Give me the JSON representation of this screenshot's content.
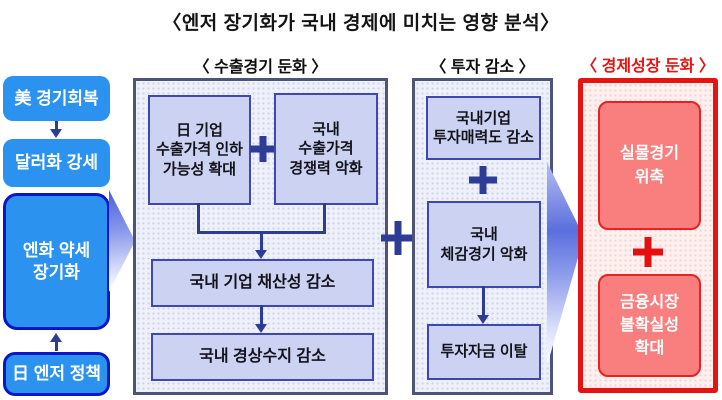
{
  "title": "〈엔저 장기화가 국내 경제에 미치는 영향 분석〉",
  "colors": {
    "bright_blue": "#2b92f0",
    "navy_accent": "#2f3c96",
    "navy_box_border": "#0b16c8",
    "panel_border": "#4d5478",
    "lavender_fill": "#ccd2f2",
    "lavender_border": "#4048b0",
    "red_accent": "#e61313",
    "salmon_fill": "#f97f7f"
  },
  "icons": {
    "plus": "plus-icon",
    "down_arrow": "down-arrow-icon",
    "up_arrow": "up-arrow-icon",
    "right_arrow": "right-gradient-arrow-icon"
  },
  "left_flow": {
    "box1": "美 경기회복",
    "box2": "달러화 강세",
    "box3_line1": "엔화 약세",
    "box3_line2": "장기화",
    "box4": "日 엔저 정책"
  },
  "export_section": {
    "header": "〈 수출경기 둔화 〉",
    "box1_line1": "日 기업",
    "box1_line2": "수출가격 인하",
    "box1_line3": "가능성 확대",
    "box2_line1": "국내",
    "box2_line2": "수출가격",
    "box2_line3": "경쟁력 악화",
    "box3": "국내 기업 채산성 감소",
    "box4": "국내 경상수지 감소"
  },
  "invest_section": {
    "header": "〈 투자 감소 〉",
    "box1_line1": "국내기업",
    "box1_line2": "투자매력도 감소",
    "box2_line1": "국내",
    "box2_line2": "체감경기 악화",
    "box3": "투자자금 이탈"
  },
  "growth_section": {
    "header": "〈 경제성장 둔화 〉",
    "box1_line1": "실물경기",
    "box1_line2": "위축",
    "box2_line1": "금융시장",
    "box2_line2": "불확실성",
    "box2_line3": "확대"
  }
}
